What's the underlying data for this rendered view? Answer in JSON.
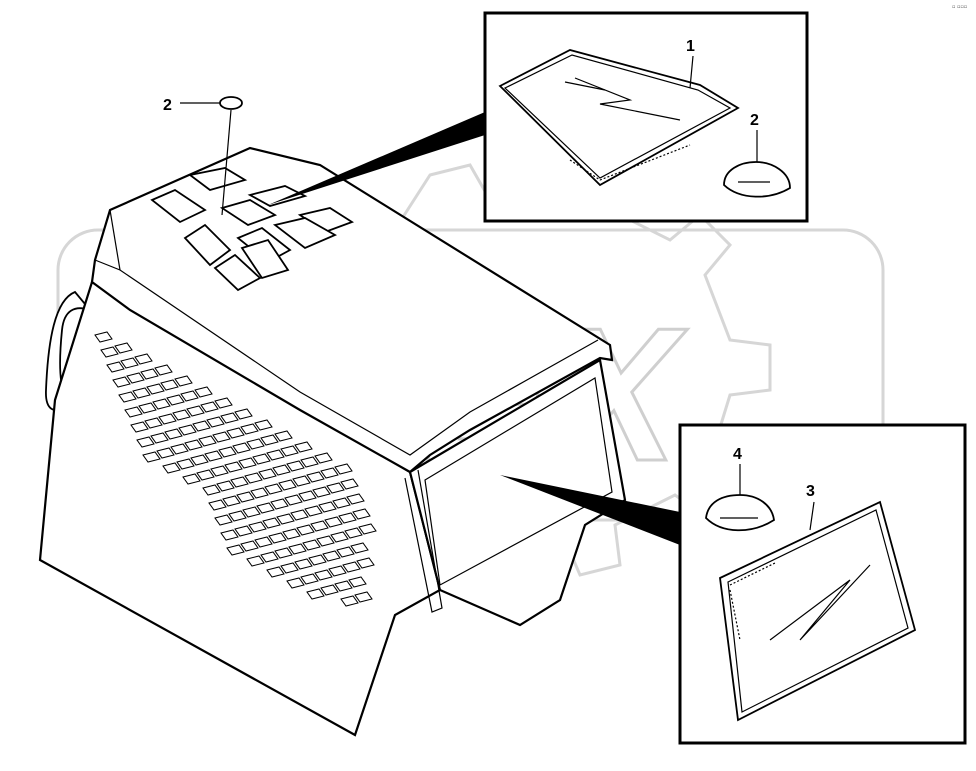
{
  "callouts": {
    "main_top_cap": "2",
    "inset_top_glass": "1",
    "inset_top_cap": "2",
    "inset_bottom_cap": "4",
    "inset_bottom_glass": "3"
  },
  "watermark": {
    "text": "OPEX"
  },
  "corner_mark": "▫ ▫▫▫"
}
